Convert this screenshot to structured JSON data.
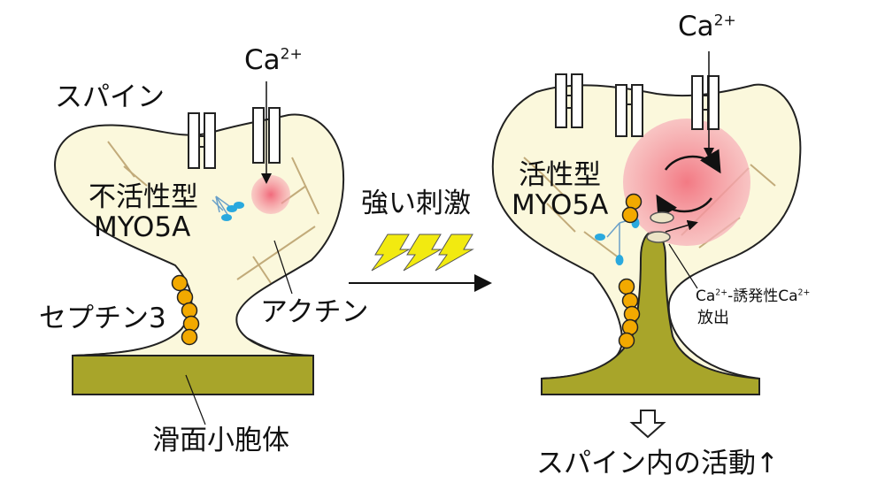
{
  "labels": {
    "spine": "スパイン",
    "ca_left": "Ca",
    "ca_left_sup": "2+",
    "inactive_1": "不活性型",
    "inactive_2": "MYO5A",
    "septin": "セプチン3",
    "actin": "アクチン",
    "ser": "滑面小胞体",
    "stimulus": "強い刺激",
    "ca_right": "Ca",
    "ca_right_sup": "2+",
    "active_1": "活性型",
    "active_2": "MYO5A",
    "cicr_ca1": "Ca",
    "cicr_sup1": "2+",
    "cicr_mid": "-誘発性Ca",
    "cicr_sup2": "2+",
    "cicr_line2": "放出",
    "result": "スパイン内の活動↑"
  },
  "colors": {
    "spine_fill": "#fbf8dc",
    "outline": "#222222",
    "er_fill": "#a8a52a",
    "septin_fill": "#f2a900",
    "myo_blue": "#2aa9de",
    "ca_glow": "#f07a86",
    "actin": "#c2ab7a",
    "bolt": "#f2ea10"
  }
}
